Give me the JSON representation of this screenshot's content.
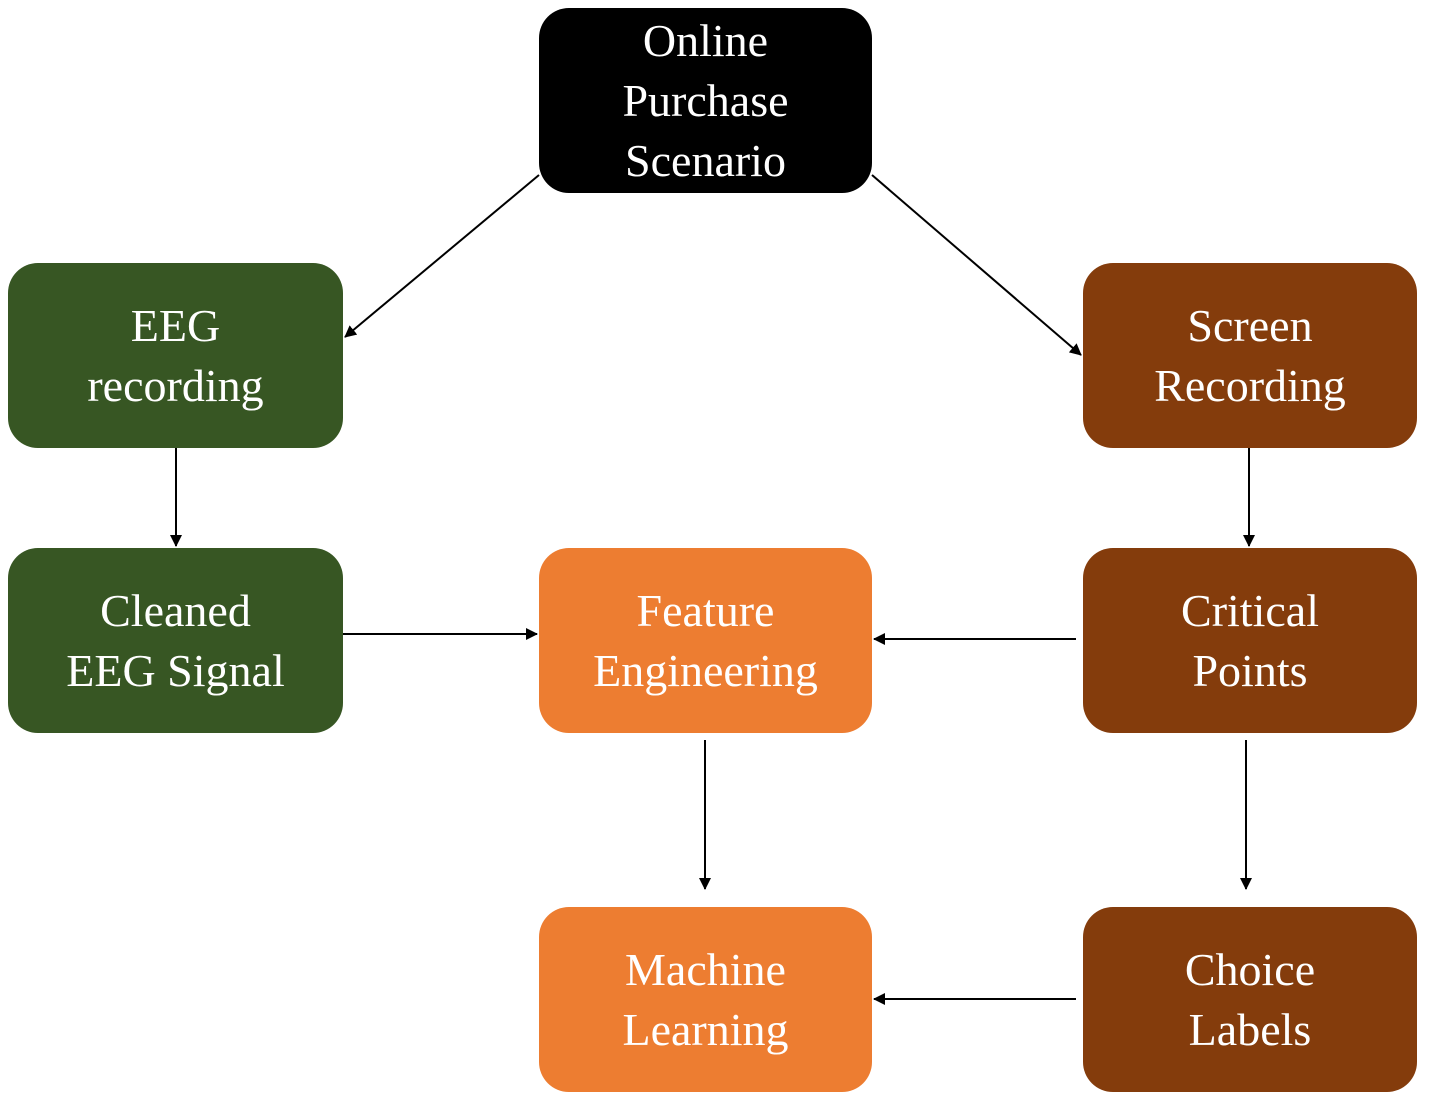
{
  "nodes": {
    "start": {
      "lines": [
        "Online",
        "Purchase",
        "Scenario"
      ],
      "color": "#000000"
    },
    "eeg": {
      "lines": [
        "EEG",
        "recording"
      ],
      "color": "#375623"
    },
    "screen": {
      "lines": [
        "Screen",
        "Recording"
      ],
      "color": "#843c0c"
    },
    "clean": {
      "lines": [
        "Cleaned",
        "EEG Signal"
      ],
      "color": "#375623"
    },
    "feature": {
      "lines": [
        "Feature",
        "Engineering"
      ],
      "color": "#ed7d31"
    },
    "critical": {
      "lines": [
        "Critical",
        "Points"
      ],
      "color": "#843c0c"
    },
    "ml": {
      "lines": [
        "Machine",
        "Learning"
      ],
      "color": "#ed7d31"
    },
    "choice": {
      "lines": [
        "Choice",
        "Labels"
      ],
      "color": "#843c0c"
    }
  },
  "edges": [
    {
      "from": "start",
      "to": "eeg"
    },
    {
      "from": "start",
      "to": "screen"
    },
    {
      "from": "eeg",
      "to": "clean"
    },
    {
      "from": "screen",
      "to": "critical"
    },
    {
      "from": "clean",
      "to": "feature"
    },
    {
      "from": "critical",
      "to": "feature"
    },
    {
      "from": "feature",
      "to": "ml"
    },
    {
      "from": "critical",
      "to": "choice"
    },
    {
      "from": "choice",
      "to": "ml"
    }
  ]
}
